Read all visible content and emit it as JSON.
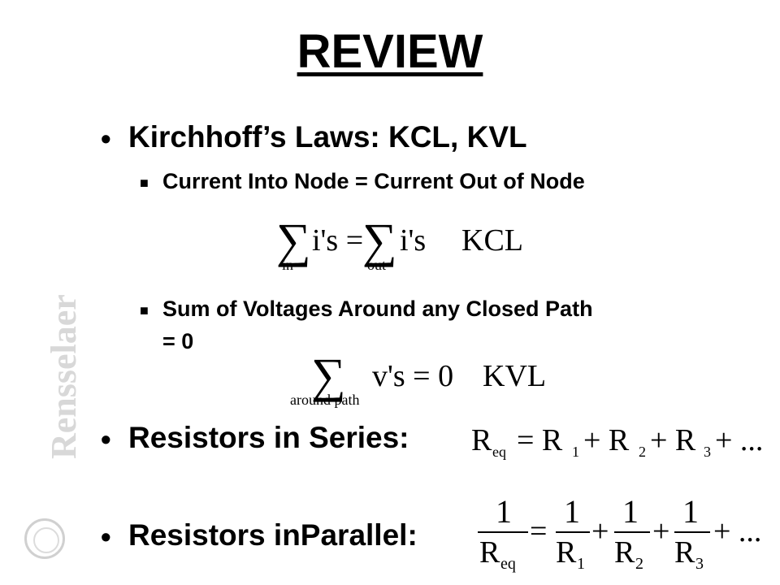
{
  "title": "REVIEW",
  "bullets": {
    "kirchhoff": "Kirchhoff’s Laws:  KCL, KVL",
    "series": "Resistors in Series:",
    "parallel": "Resistors inParallel:"
  },
  "subbullets": {
    "kcl": "Current Into Node = Current Out of Node",
    "kvl_line1": "Sum of Voltages Around any Closed Path",
    "kvl_line2": "= 0"
  },
  "equations": {
    "kcl": {
      "sigma": "∑",
      "lhs_term": "i's =",
      "lhs_sub": "in",
      "rhs_term": "i's",
      "rhs_sub": "out",
      "label": "KCL"
    },
    "kvl": {
      "sigma": "∑",
      "sub": "around path",
      "body": "v's = 0",
      "label": "KVL"
    },
    "series": {
      "r": "R",
      "eq_sub": "eq",
      "mid": "= R",
      "s1": "1",
      "plus1": "+ R",
      "s2": "2",
      "plus2": "+ R",
      "s3": "3",
      "tail": "+ ..."
    },
    "parallel": {
      "num": "1",
      "den_eq": "R",
      "den_eq_sub": "eq",
      "eq": "=",
      "den1": "R",
      "sub1": "1",
      "plus1": "+",
      "den2": "R",
      "sub2": "2",
      "plus2": "+",
      "den3": "R",
      "sub3": "3",
      "tail": "+ ..."
    }
  },
  "watermark": "Rensselaer",
  "colors": {
    "text": "#000000",
    "watermark": "#d8d8d8",
    "background": "#ffffff"
  }
}
